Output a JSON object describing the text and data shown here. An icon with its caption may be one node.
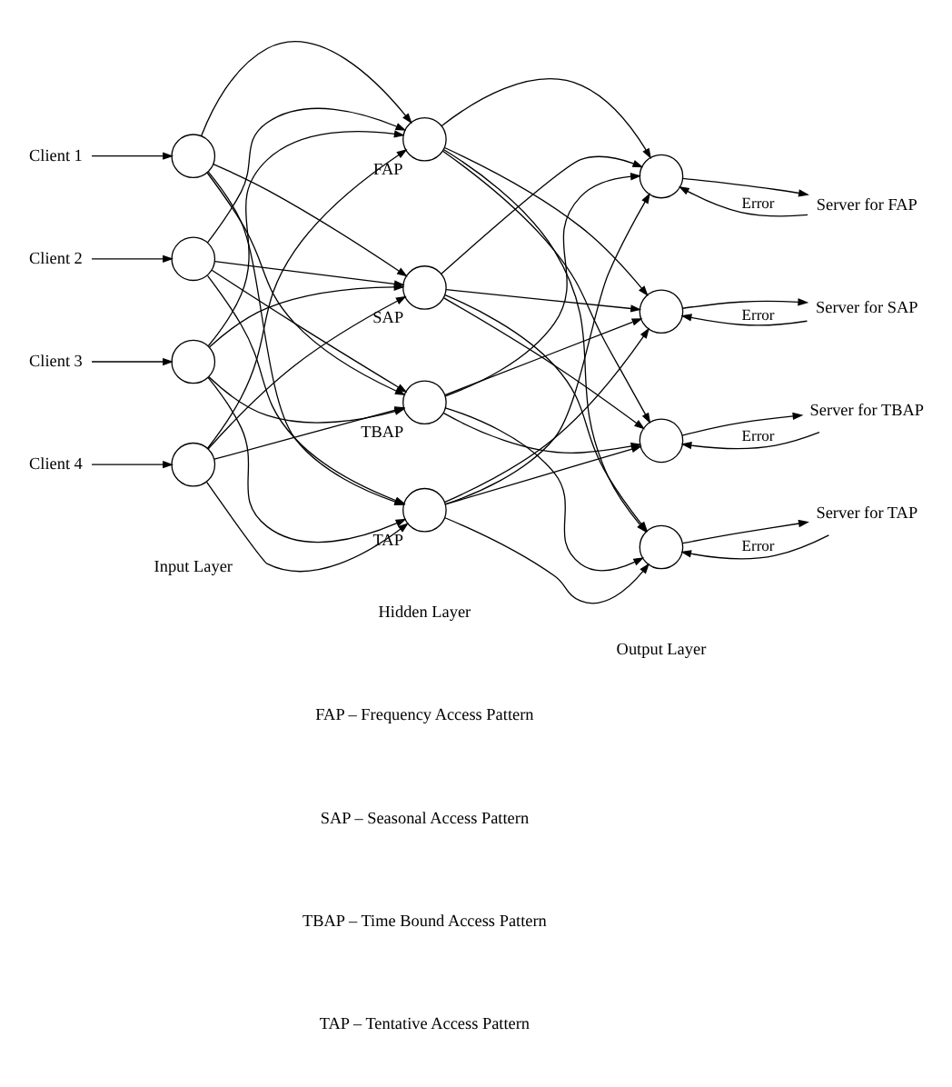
{
  "diagram": {
    "nodes": [
      {
        "text": [
          "Client 1"
        ]
      },
      {
        "text": [
          "Client 2"
        ]
      },
      {
        "text": [
          "Client 3"
        ]
      },
      {
        "text": [
          "Client 4"
        ]
      },
      {
        "text": [],
        "shape": "circle"
      },
      {
        "text": [],
        "shape": "circle"
      },
      {
        "text": [],
        "shape": "circle"
      },
      {
        "text": [],
        "shape": "circle"
      },
      {
        "text": [],
        "shape": "circle",
        "beside": [
          "FAP"
        ]
      },
      {
        "text": [],
        "shape": "circle",
        "beside": [
          "SAP"
        ]
      },
      {
        "text": [],
        "shape": "circle",
        "beside": [
          "TBAP"
        ]
      },
      {
        "text": [],
        "shape": "circle",
        "beside": [
          "TAP"
        ]
      },
      {
        "text": [],
        "shape": "circle"
      },
      {
        "text": [],
        "shape": "circle"
      },
      {
        "text": [],
        "shape": "circle"
      },
      {
        "text": [],
        "shape": "circle"
      },
      {
        "text": [
          "Server for FAP"
        ]
      },
      {
        "text": [
          "Server for SAP"
        ]
      },
      {
        "text": [
          "Server for TBAP"
        ]
      },
      {
        "text": [
          "Server for TAP"
        ]
      }
    ],
    "edges": [
      {
        "from": 0,
        "to": 4,
        "arrow": "to"
      },
      {
        "from": 1,
        "to": 5,
        "arrow": "to"
      },
      {
        "from": 2,
        "to": 6,
        "arrow": "to"
      },
      {
        "from": 3,
        "to": 7,
        "arrow": "to"
      },
      {
        "from": 4,
        "to": 8,
        "arrow": "to"
      },
      {
        "from": 4,
        "to": 9,
        "arrow": "to"
      },
      {
        "from": 4,
        "to": 10,
        "arrow": "to"
      },
      {
        "from": 4,
        "to": 11,
        "arrow": "to"
      },
      {
        "from": 5,
        "to": 8,
        "arrow": "to"
      },
      {
        "from": 5,
        "to": 9,
        "arrow": "to"
      },
      {
        "from": 5,
        "to": 10,
        "arrow": "to"
      },
      {
        "from": 5,
        "to": 11,
        "arrow": "to"
      },
      {
        "from": 6,
        "to": 8,
        "arrow": "to"
      },
      {
        "from": 6,
        "to": 9,
        "arrow": "to"
      },
      {
        "from": 6,
        "to": 10,
        "arrow": "to"
      },
      {
        "from": 6,
        "to": 11,
        "arrow": "to"
      },
      {
        "from": 7,
        "to": 8,
        "arrow": "to"
      },
      {
        "from": 7,
        "to": 9,
        "arrow": "to"
      },
      {
        "from": 7,
        "to": 10,
        "arrow": "to"
      },
      {
        "from": 7,
        "to": 11,
        "arrow": "to"
      },
      {
        "from": 8,
        "to": 12,
        "arrow": "to"
      },
      {
        "from": 8,
        "to": 13,
        "arrow": "to"
      },
      {
        "from": 8,
        "to": 14,
        "arrow": "to"
      },
      {
        "from": 8,
        "to": 15,
        "arrow": "to"
      },
      {
        "from": 9,
        "to": 12,
        "arrow": "to"
      },
      {
        "from": 9,
        "to": 13,
        "arrow": "to"
      },
      {
        "from": 9,
        "to": 14,
        "arrow": "to"
      },
      {
        "from": 9,
        "to": 15,
        "arrow": "to"
      },
      {
        "from": 10,
        "to": 12,
        "arrow": "to"
      },
      {
        "from": 10,
        "to": 13,
        "arrow": "to"
      },
      {
        "from": 10,
        "to": 14,
        "arrow": "to"
      },
      {
        "from": 10,
        "to": 15,
        "arrow": "to"
      },
      {
        "from": 11,
        "to": 12,
        "arrow": "to"
      },
      {
        "from": 11,
        "to": 13,
        "arrow": "to"
      },
      {
        "from": 11,
        "to": 14,
        "arrow": "to"
      },
      {
        "from": 11,
        "to": 15,
        "arrow": "to"
      },
      {
        "from": 12,
        "to": 16,
        "arrow": "to"
      },
      {
        "from": 16,
        "to": 12,
        "arrow": "to",
        "label": "Error"
      },
      {
        "from": 13,
        "to": 17,
        "arrow": "to"
      },
      {
        "from": 17,
        "to": 13,
        "arrow": "to",
        "label": "Error"
      },
      {
        "from": 14,
        "to": 18,
        "arrow": "to"
      },
      {
        "from": 18,
        "to": 14,
        "arrow": "to",
        "label": "Error"
      },
      {
        "from": 15,
        "to": 19,
        "arrow": "to"
      },
      {
        "from": 19,
        "to": 15,
        "arrow": "to",
        "label": "Error"
      }
    ],
    "labels": [
      "Input Layer",
      "Hidden Layer",
      "Output Layer",
      "FAP – Frequency Access Pattern",
      "SAP – Seasonal Access Pattern",
      "TBAP – Time Bound Access Pattern",
      "TAP – Tentative Access Pattern"
    ]
  }
}
